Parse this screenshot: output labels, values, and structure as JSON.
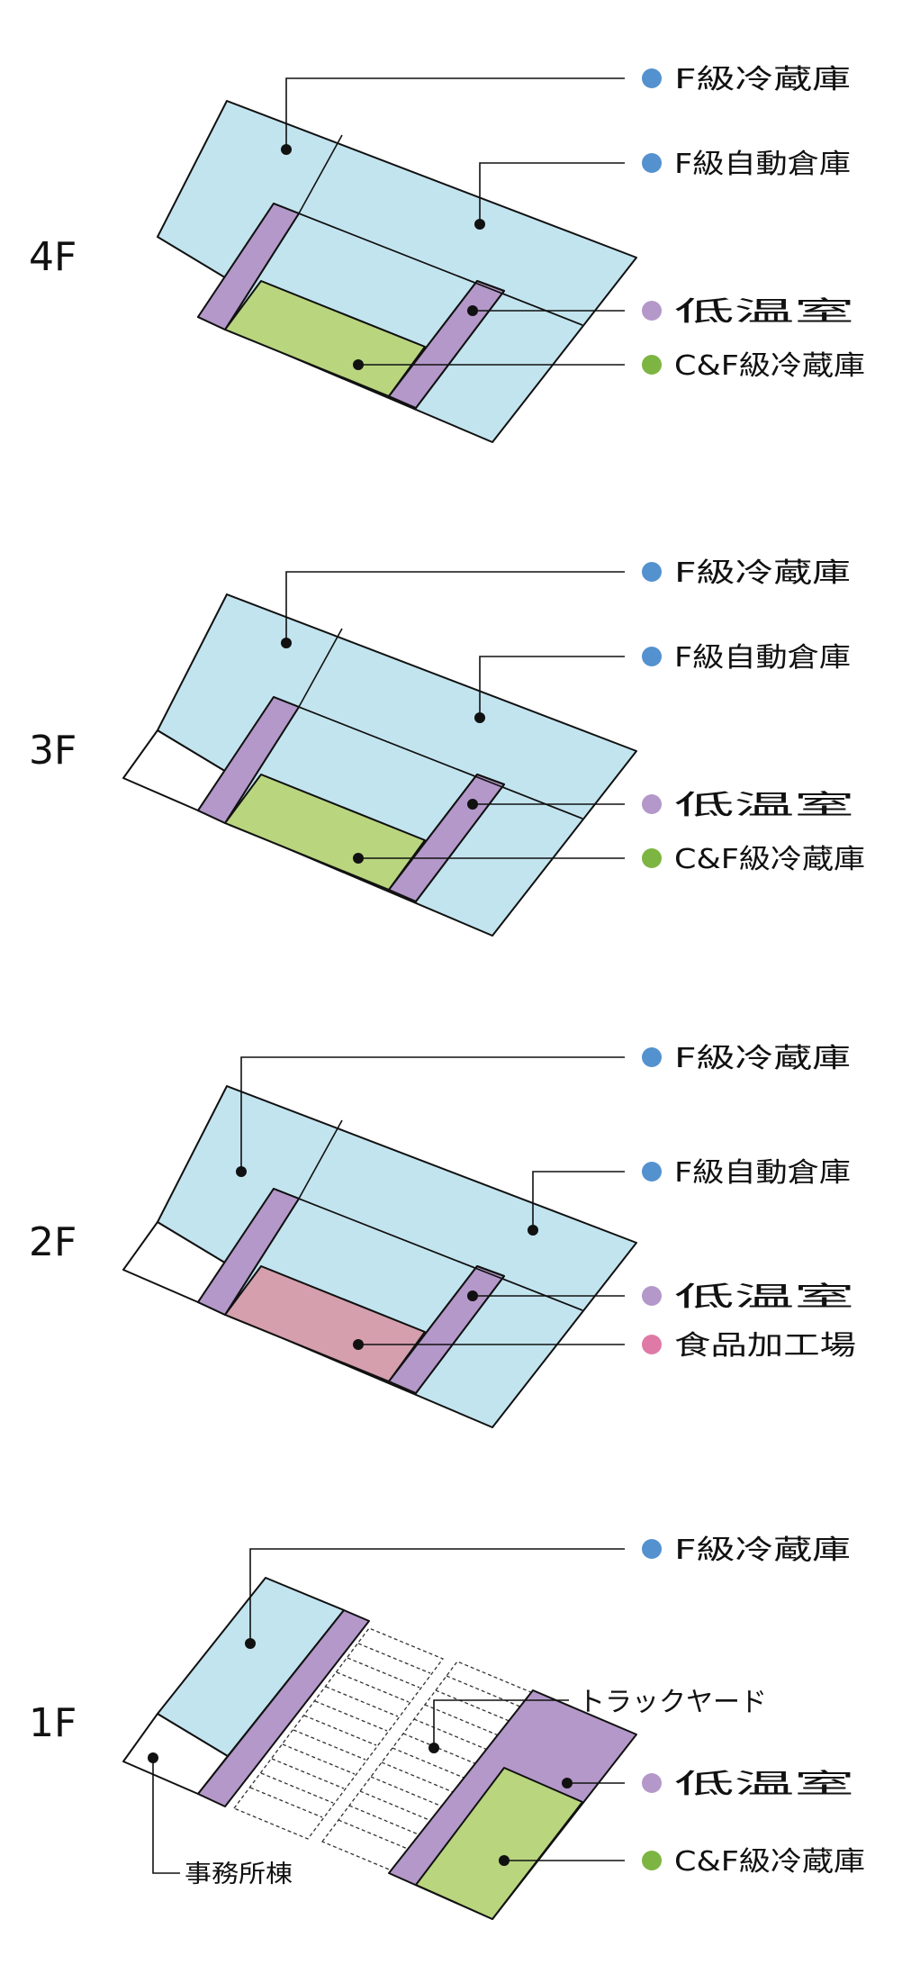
{
  "colors": {
    "f_cold": "#c2e4ef",
    "f_cold_dot": "#5491cf",
    "low_temp": "#b398c9",
    "low_temp_dot": "#b398c9",
    "cf_cold": "#b9d57e",
    "cf_cold_dot": "#7db542",
    "food": "#d59fae",
    "food_dot": "#df7aa6",
    "office": "#ffffff"
  },
  "floors": {
    "f4": {
      "label": "4F",
      "legend": [
        {
          "text": "F級冷蔵庫",
          "color_key": "f_cold_dot"
        },
        {
          "text": "F級自動倉庫",
          "color_key": "f_cold_dot"
        },
        {
          "text": "低温室",
          "color_key": "low_temp_dot"
        },
        {
          "text": "C&F級冷蔵庫",
          "color_key": "cf_cold_dot"
        }
      ]
    },
    "f3": {
      "label": "3F",
      "legend": [
        {
          "text": "F級冷蔵庫",
          "color_key": "f_cold_dot"
        },
        {
          "text": "F級自動倉庫",
          "color_key": "f_cold_dot"
        },
        {
          "text": "低温室",
          "color_key": "low_temp_dot"
        },
        {
          "text": "C&F級冷蔵庫",
          "color_key": "cf_cold_dot"
        }
      ]
    },
    "f2": {
      "label": "2F",
      "legend": [
        {
          "text": "F級冷蔵庫",
          "color_key": "f_cold_dot"
        },
        {
          "text": "F級自動倉庫",
          "color_key": "f_cold_dot"
        },
        {
          "text": "低温室",
          "color_key": "low_temp_dot"
        },
        {
          "text": "食品加工場",
          "color_key": "food_dot"
        }
      ]
    },
    "f1": {
      "label": "1F",
      "legend": [
        {
          "text": "F級冷蔵庫",
          "color_key": "f_cold_dot"
        },
        {
          "text": "低温室",
          "color_key": "low_temp_dot"
        },
        {
          "text": "C&F級冷蔵庫",
          "color_key": "cf_cold_dot"
        }
      ],
      "truck_yard": "トラックヤード",
      "office": "事務所棟"
    }
  }
}
